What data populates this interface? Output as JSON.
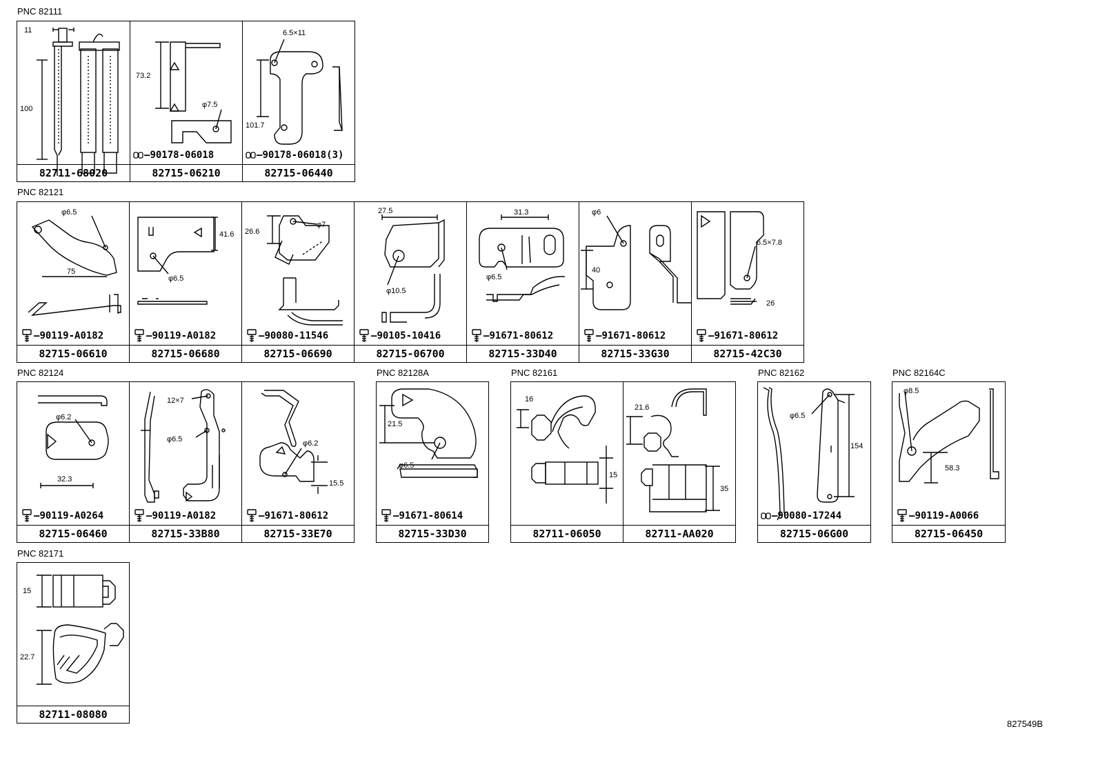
{
  "groups": [
    {
      "id": "g82111",
      "label": "PNC 82111",
      "cells": [
        {
          "part": "82711-68020",
          "hardware": "",
          "hw_icon": "none",
          "dims": [
            "11",
            "100"
          ]
        },
        {
          "part": "82715-06210",
          "hardware": "90178-06018",
          "hw_icon": "nut-icon",
          "dims": [
            "73.2",
            "φ7.5"
          ]
        },
        {
          "part": "82715-06440",
          "hardware": "90178-06018(3)",
          "hw_icon": "nut-icon",
          "dims": [
            "6.5×11",
            "101.7"
          ]
        }
      ]
    },
    {
      "id": "g82121",
      "label": "PNC 82121",
      "cells": [
        {
          "part": "82715-06610",
          "hardware": "90119-A0182",
          "hw_icon": "bolt-icon",
          "dims": [
            "φ6.5",
            "75"
          ]
        },
        {
          "part": "82715-06680",
          "hardware": "90119-A0182",
          "hw_icon": "bolt-icon",
          "dims": [
            "41.6",
            "φ6.5"
          ]
        },
        {
          "part": "82715-06690",
          "hardware": "90080-11546",
          "hw_icon": "bolt-icon",
          "dims": [
            "26.6",
            "φ7"
          ]
        },
        {
          "part": "82715-06700",
          "hardware": "90105-10416",
          "hw_icon": "bolt-icon",
          "dims": [
            "27.5",
            "φ10.5"
          ]
        },
        {
          "part": "82715-33D40",
          "hardware": "91671-80612",
          "hw_icon": "bolt-icon",
          "dims": [
            "31.3",
            "φ6.5"
          ]
        },
        {
          "part": "82715-33G30",
          "hardware": "91671-80612",
          "hw_icon": "bolt-icon",
          "dims": [
            "φ6",
            "40"
          ]
        },
        {
          "part": "82715-42C30",
          "hardware": "91671-80612",
          "hw_icon": "bolt-icon",
          "dims": [
            "6.5×7.8",
            "26"
          ]
        }
      ]
    },
    {
      "id": "g82124",
      "label": "PNC 82124",
      "cells": [
        {
          "part": "82715-06460",
          "hardware": "90119-A0264",
          "hw_icon": "bolt-icon",
          "dims": [
            "φ6.2",
            "32.3"
          ]
        },
        {
          "part": "82715-33B80",
          "hardware": "90119-A0182",
          "hw_icon": "bolt-icon",
          "dims": [
            "12×7",
            "φ6.5"
          ]
        },
        {
          "part": "82715-33E70",
          "hardware": "91671-80612",
          "hw_icon": "bolt-icon",
          "dims": [
            "φ6.2",
            "15.5"
          ]
        }
      ]
    },
    {
      "id": "g82128a",
      "label": "PNC 82128A",
      "cells": [
        {
          "part": "82715-33D30",
          "hardware": "91671-80614",
          "hw_icon": "bolt-icon",
          "dims": [
            "21.5",
            "φ6.5"
          ]
        }
      ]
    },
    {
      "id": "g82161",
      "label": "PNC 82161",
      "cells": [
        {
          "part": "82711-06050",
          "hardware": "",
          "hw_icon": "none",
          "dims": [
            "16",
            "15"
          ]
        },
        {
          "part": "82711-AA020",
          "hardware": "",
          "hw_icon": "none",
          "dims": [
            "21.6",
            "35"
          ]
        }
      ]
    },
    {
      "id": "g82162",
      "label": "PNC 82162",
      "cells": [
        {
          "part": "82715-06G00",
          "hardware": "90080-17244",
          "hw_icon": "nut-icon",
          "dims": [
            "φ6.5",
            "154"
          ]
        }
      ]
    },
    {
      "id": "g82164c",
      "label": "PNC 82164C",
      "cells": [
        {
          "part": "82715-06450",
          "hardware": "90119-A0066",
          "hw_icon": "bolt-icon",
          "dims": [
            "φ8.5",
            "58.3"
          ]
        }
      ]
    },
    {
      "id": "g82171",
      "label": "PNC 82171",
      "cells": [
        {
          "part": "82711-08080",
          "hardware": "",
          "hw_icon": "none",
          "dims": [
            "15",
            "22.7"
          ]
        }
      ]
    }
  ],
  "illustration_ref": "827549B"
}
